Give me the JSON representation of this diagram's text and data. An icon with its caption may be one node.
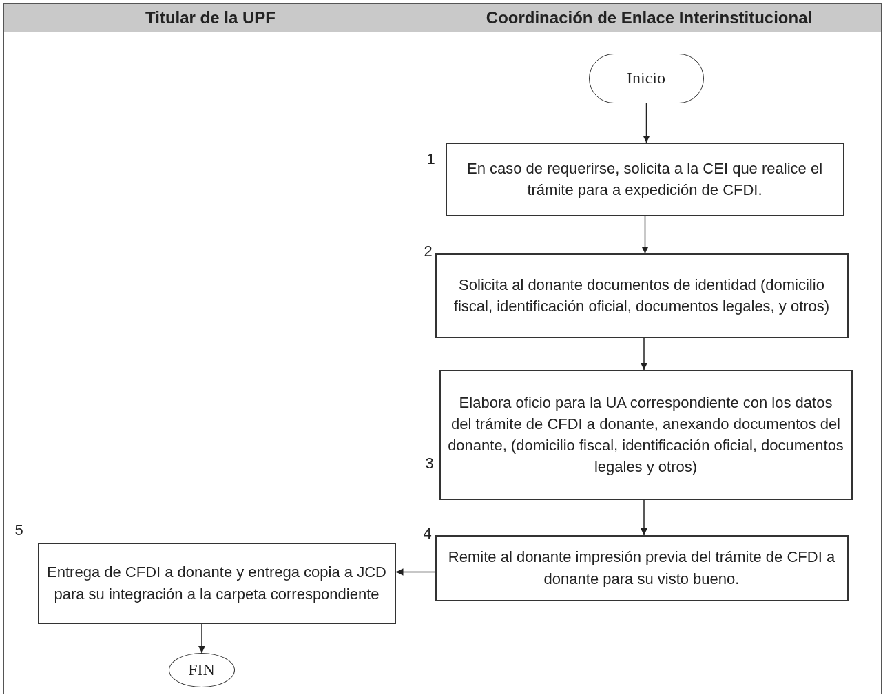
{
  "diagram": {
    "nodes": [
      {
        "text": [
          "Titular de la UPF"
        ]
      },
      {
        "text": [
          "Coordinación de Enlace Interinstitucional"
        ]
      },
      {
        "text": [
          "Inicio"
        ],
        "in": 1
      },
      {
        "text": [
          "En caso de requerirse, solicita a la CEI que realice el trámite para a expedición de CFDI."
        ],
        "in": 1,
        "beside": [
          "1"
        ]
      },
      {
        "text": [
          "Solicita al donante documentos de identidad (domicilio fiscal, identificación oficial, documentos legales, y otros)"
        ],
        "in": 1,
        "beside": [
          "2"
        ]
      },
      {
        "text": [
          "Elabora oficio para la UA correspondiente con los datos del trámite de CFDI a donante, anexando documentos del donante, (domicilio fiscal, identificación oficial, documentos legales y otros)"
        ],
        "in": 1,
        "beside": [
          "3"
        ]
      },
      {
        "text": [
          "Remite al donante impresión previa del trámite de CFDI a donante para su visto bueno."
        ],
        "in": 1,
        "beside": [
          "4"
        ]
      },
      {
        "text": [
          "Entrega de CFDI a donante y entrega copia a JCD para su integración a la carpeta correspondiente"
        ],
        "in": 0,
        "beside": [
          "5"
        ]
      },
      {
        "text": [
          "FIN"
        ],
        "in": 0
      }
    ],
    "edges": [
      {
        "from": 2,
        "to": 3,
        "arrow": "to"
      },
      {
        "from": 3,
        "to": 4,
        "arrow": "to"
      },
      {
        "from": 4,
        "to": 5,
        "arrow": "to"
      },
      {
        "from": 5,
        "to": 6,
        "arrow": "to"
      },
      {
        "from": 6,
        "to": 7,
        "arrow": "to"
      },
      {
        "from": 7,
        "to": 8,
        "arrow": "to"
      }
    ]
  }
}
